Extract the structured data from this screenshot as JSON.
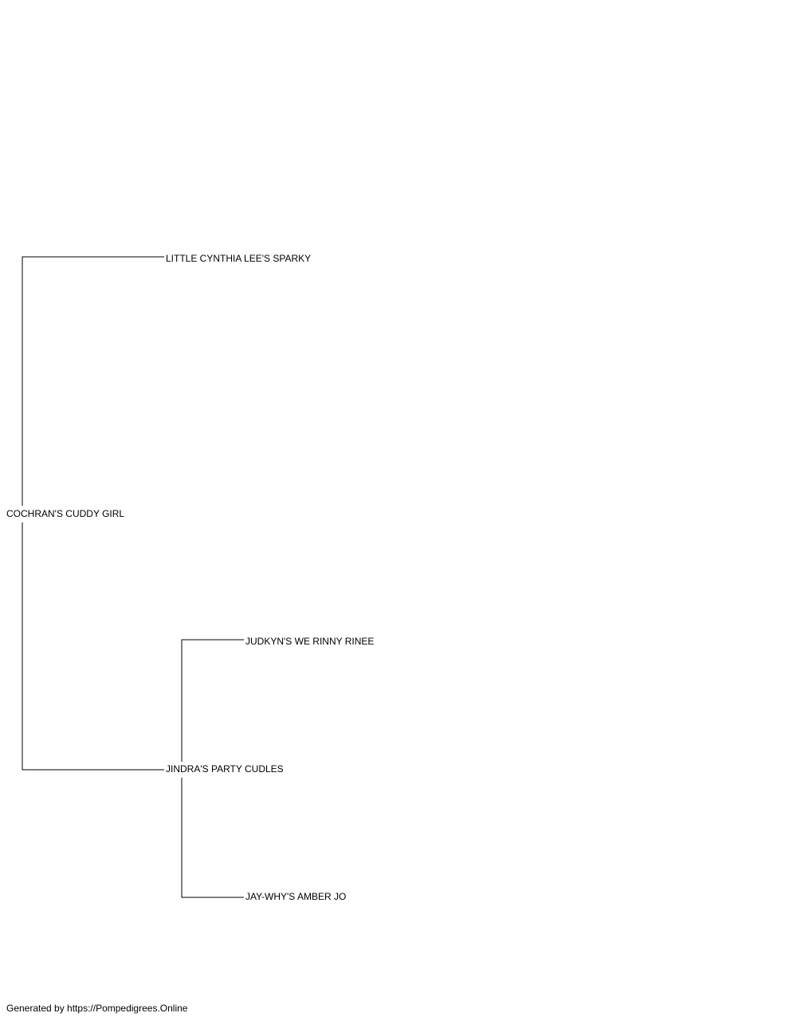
{
  "pedigree": {
    "subject": "COCHRAN'S CUDDY GIRL",
    "sire": "LITTLE CYNTHIA LEE'S SPARKY",
    "dam": "JINDRA'S PARTY CUDLES",
    "dam_sire": "JUDKYN'S WE RINNY RINEE",
    "dam_dam": "JAY-WHY'S AMBER JO"
  },
  "footer": {
    "text": "Generated by https://Pompedigrees.Online"
  }
}
